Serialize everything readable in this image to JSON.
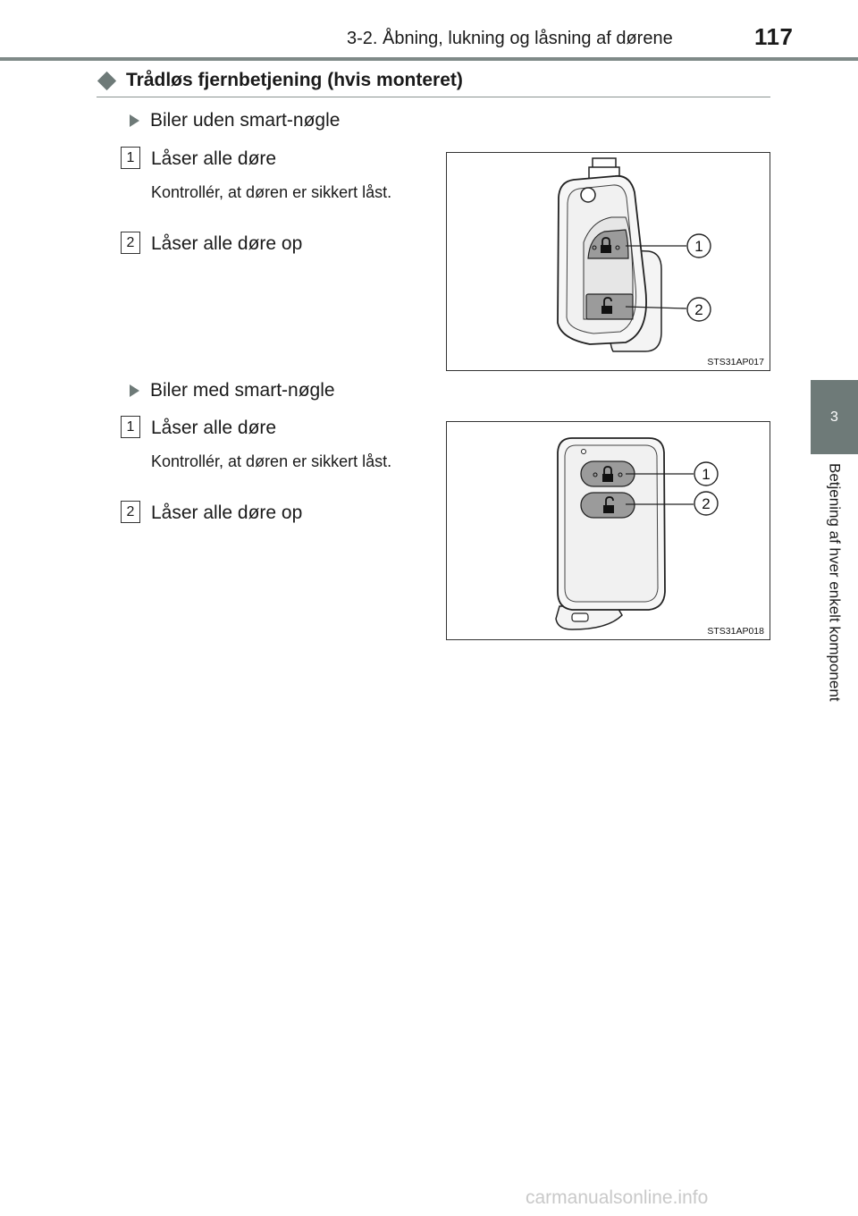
{
  "header": {
    "title": "3-2. Åbning, lukning og låsning af dørene",
    "page_number": "117"
  },
  "side_tab": {
    "chapter_number": "3",
    "chapter_title": "Betjening af hver enkelt komponent"
  },
  "section": {
    "heading": "Trådløs fjernbetjening (hvis monteret)"
  },
  "groups": [
    {
      "subheading": "Biler uden smart-nøgle",
      "items": [
        {
          "number": "1",
          "text": "Låser alle døre",
          "note": "Kontrollér, at døren er sikkert låst."
        },
        {
          "number": "2",
          "text": "Låser alle døre op"
        }
      ],
      "figure": {
        "code": "STS31AP017",
        "callouts": [
          "1",
          "2"
        ]
      }
    },
    {
      "subheading": "Biler med smart-nøgle",
      "items": [
        {
          "number": "1",
          "text": "Låser alle døre",
          "note": "Kontrollér, at døren er sikkert låst."
        },
        {
          "number": "2",
          "text": "Låser alle døre op"
        }
      ],
      "figure": {
        "code": "STS31AP018",
        "callouts": [
          "1",
          "2"
        ]
      }
    }
  ],
  "footer": {
    "watermark": "carmanualsonline.info"
  }
}
